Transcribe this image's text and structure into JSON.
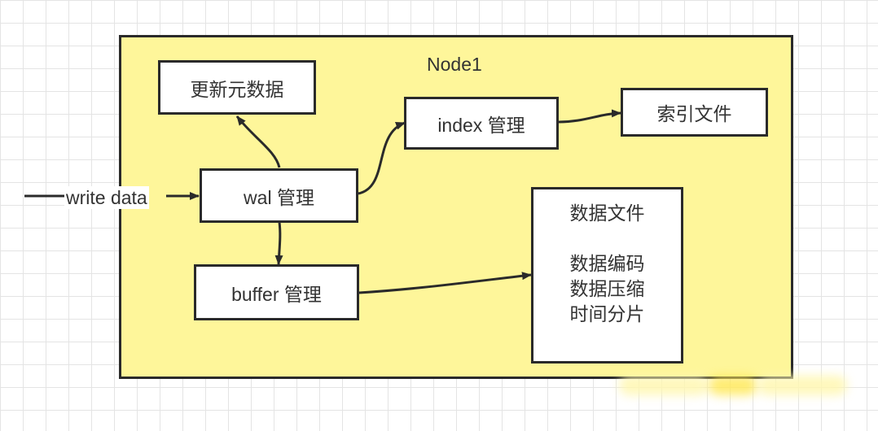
{
  "diagram": {
    "container_title": "Node1",
    "input_label": "write data",
    "nodes": {
      "update_metadata": "更新元数据",
      "index_manager": "index 管理",
      "index_file": "索引文件",
      "wal_manager": "wal 管理",
      "buffer_manager": "buffer 管理",
      "data_file": {
        "title": "数据文件",
        "items": [
          "数据编码",
          "数据压缩",
          "时间分片"
        ]
      }
    }
  },
  "colors": {
    "container_fill": "#fef69a",
    "box_fill": "#ffffff",
    "stroke": "#2a2a2a"
  }
}
